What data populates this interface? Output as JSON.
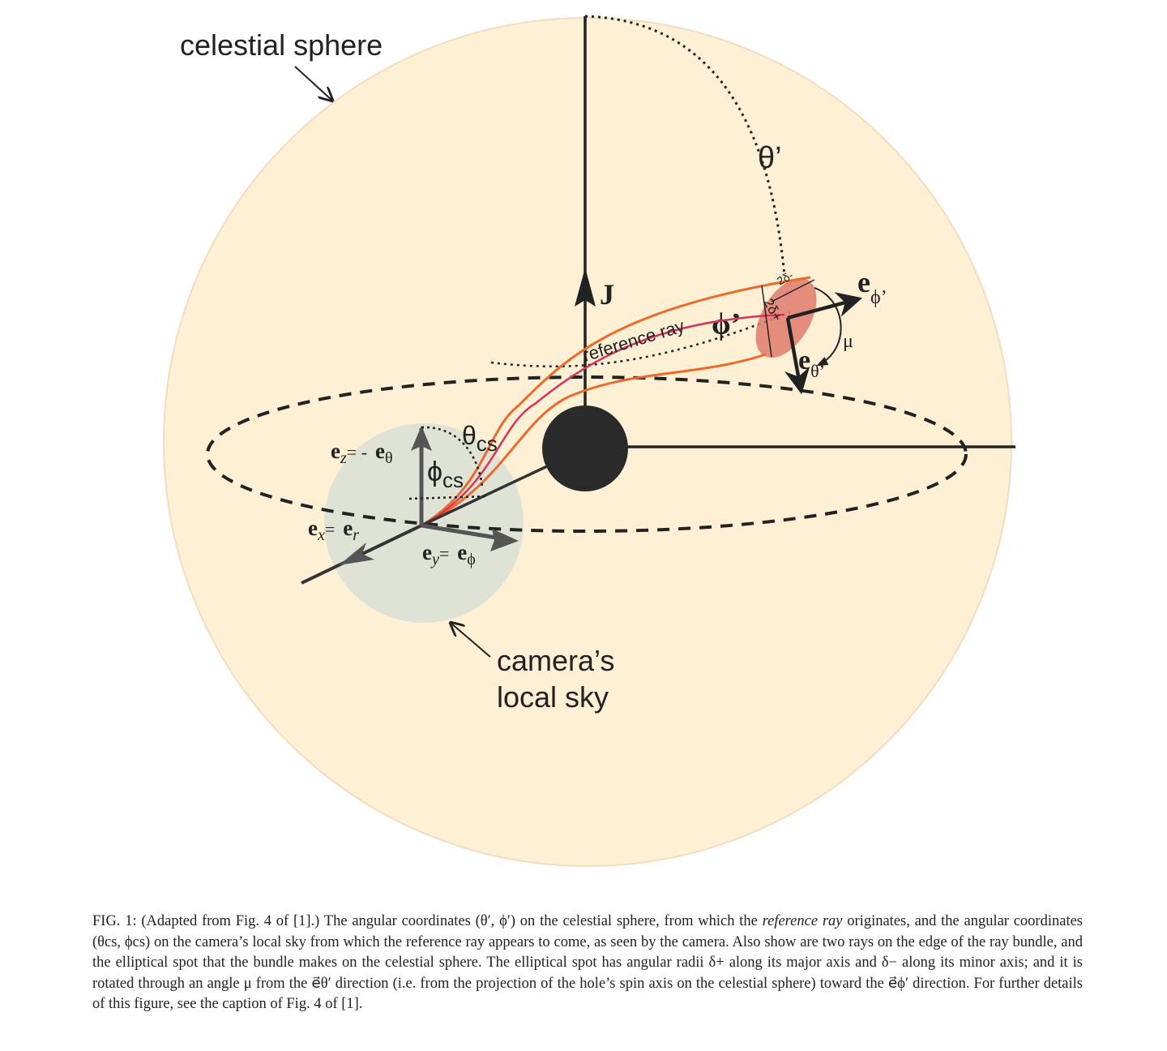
{
  "figure": {
    "sphere_fill": "#fdf0d5",
    "sphere_edge": "#f3dcc0",
    "local_sky_fill": "#dfe3d5",
    "ray_edge_color": "#ec6a2b",
    "reference_ray_color": "#d8335c",
    "spot_color": "#e07b6c",
    "axis_color": "#333333",
    "labels": {
      "celestial_sphere": "celestial sphere",
      "camera_local_sky_line1": "camera’s",
      "camera_local_sky_line2": "local sky",
      "theta_prime": "θ’",
      "phi_prime": "ϕ’",
      "J": "J",
      "reference_ray": "reference ray",
      "two_delta_plus": "2δ+",
      "two_delta_minus": "2δ-",
      "mu": "μ",
      "e_phi_prime_base": "e",
      "e_phi_prime_sub": "ϕ’",
      "e_theta_prime_base": "e",
      "e_theta_prime_sub": "θ’",
      "theta_cs_base": "θ",
      "theta_cs_sub": "cs",
      "phi_cs_base": "ϕ",
      "phi_cs_sub": "cs",
      "ez_base": "e",
      "ez_sub": "z",
      "ez_eq": "= -",
      "etheta_base": "e",
      "etheta_sub": "θ",
      "ex_base": "e",
      "ex_sub": "x",
      "ex_eq": "=",
      "er_base": "e",
      "er_sub": "r",
      "ey_base": "e",
      "ey_sub": "y",
      "ey_eq": "=",
      "ephi_base": "e",
      "ephi_sub": "ϕ"
    }
  },
  "caption": {
    "part1": "FIG. 1: (Adapted from Fig. 4 of [1].) The angular coordinates (θ′, ϕ′) on the celestial sphere, from which the ",
    "italic1": "reference ray",
    "part2": " originates, and the angular coordinates (θcs, ϕcs) on the camera’s local sky from which the reference ray appears to come, as seen by the camera. Also show are two rays on the edge of the ray bundle, and the elliptical spot that the bundle makes on the celestial sphere. The elliptical spot has angular radii δ+ along its major axis and δ− along its minor axis; and it is rotated through an angle μ from the e⃗θ′ direction (i.e. from the projection of the hole’s spin axis on the celestial sphere) toward the e⃗ϕ′ direction. For further details of this figure, see the caption of Fig. 4 of [1]."
  }
}
